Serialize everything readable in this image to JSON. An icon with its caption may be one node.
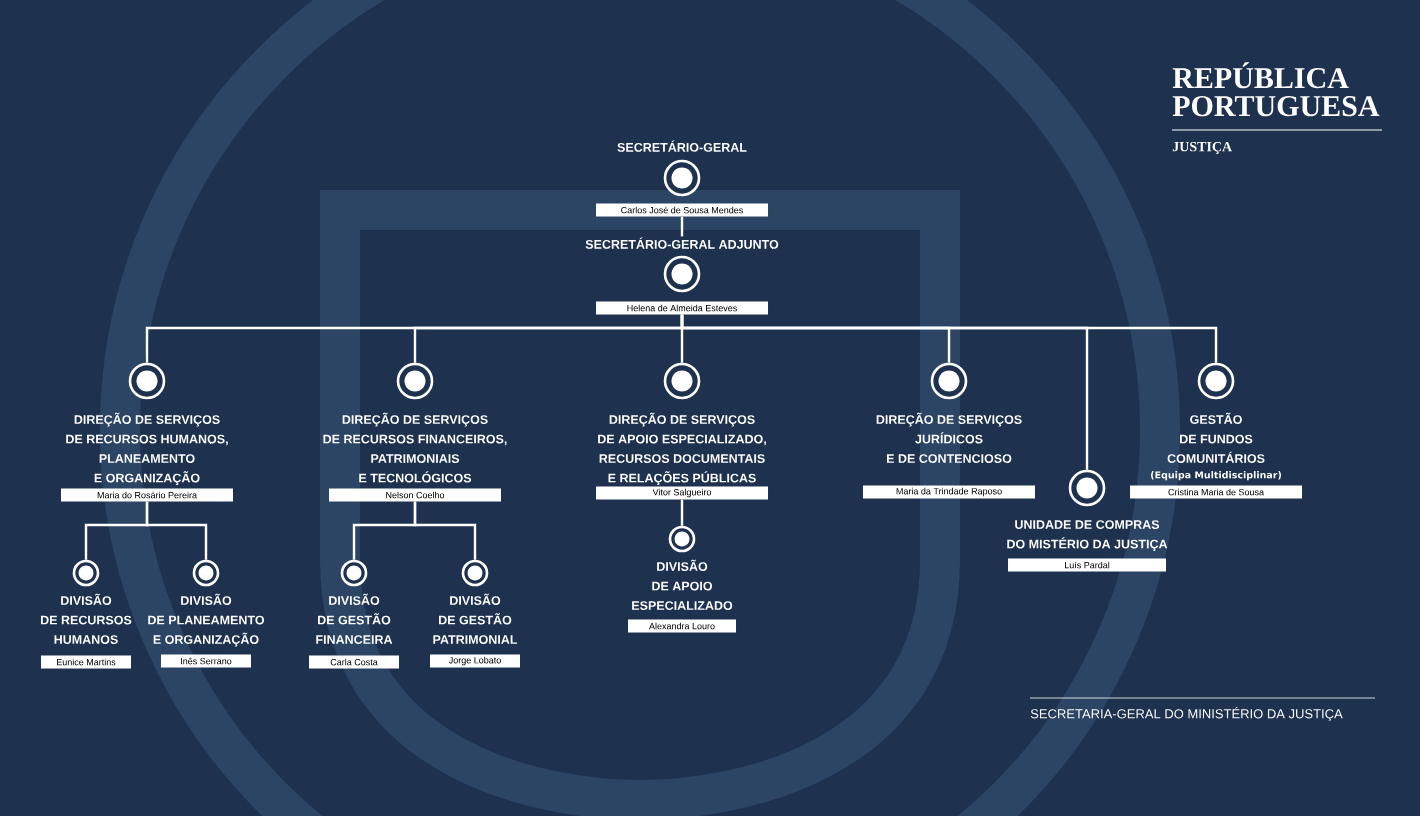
{
  "diagram": {
    "nodes": [
      {
        "text": [
          "SECRETÁRIO-GERAL",
          "Carlos José de Sousa Mendes"
        ]
      },
      {
        "text": [
          "SECRETÁRIO-GERAL ADJUNTO",
          "Helena de Almeida Esteves"
        ]
      },
      {
        "text": [
          "DIREÇÃO DE SERVIÇOS DE RECURSOS HUMANOS, PLANEAMENTO E ORGANIZAÇÃO",
          "Maria do Rosário Pereira"
        ]
      },
      {
        "text": [
          "DIREÇÃO DE SERVIÇOS DE RECURSOS FINANCEIROS, PATRIMONIAIS E TECNOLÓGICOS",
          "Nelson Coelho"
        ]
      },
      {
        "text": [
          "DIREÇÃO DE SERVIÇOS DE APOIO ESPECIALIZADO, RECURSOS DOCUMENTAIS E RELAÇÕES PÚBLICAS",
          "Vitor Salgueiro"
        ]
      },
      {
        "text": [
          "DIREÇÃO DE SERVIÇOS JURÍDICOS E DE CONTENCIOSO",
          "Maria da Trindade Raposo"
        ]
      },
      {
        "text": [
          "UNIDADE DE COMPRAS DO MISTÉRIO DA JUSTIÇA",
          "Luís Pardal"
        ]
      },
      {
        "text": [
          "GESTÃO DE FUNDOS COMUNITÁRIOS",
          "(Equipa Multidisciplinar)",
          "Cristina Maria de Sousa"
        ]
      },
      {
        "text": [
          "DIVISÃO DE RECURSOS HUMANOS",
          "Eunice Martins"
        ]
      },
      {
        "text": [
          "DIVISÃO DE PLANEAMENTO E ORGANIZAÇÃO",
          "Inês Serrano"
        ]
      },
      {
        "text": [
          "DIVISÃO DE GESTÃO FINANCEIRA",
          "Carla Costa"
        ]
      },
      {
        "text": [
          "DIVISÃO DE GESTÃO PATRIMONIAL",
          "Jorge Lobato"
        ]
      },
      {
        "text": [
          "DIVISÃO DE APOIO ESPECIALIZADO",
          "Alexandra Louro"
        ]
      }
    ],
    "edges": [
      {
        "from": 0,
        "to": 1,
        "arrow": "none"
      },
      {
        "from": 1,
        "to": 2,
        "arrow": "none"
      },
      {
        "from": 1,
        "to": 3,
        "arrow": "none"
      },
      {
        "from": 1,
        "to": 4,
        "arrow": "none"
      },
      {
        "from": 1,
        "to": 5,
        "arrow": "none"
      },
      {
        "from": 1,
        "to": 6,
        "arrow": "none"
      },
      {
        "from": 1,
        "to": 7,
        "arrow": "none"
      },
      {
        "from": 2,
        "to": 8,
        "arrow": "none"
      },
      {
        "from": 2,
        "to": 9,
        "arrow": "none"
      },
      {
        "from": 3,
        "to": 10,
        "arrow": "none"
      },
      {
        "from": 3,
        "to": 11,
        "arrow": "none"
      },
      {
        "from": 4,
        "to": 12,
        "arrow": "none"
      }
    ],
    "labels": [
      "REPÚBLICA PORTUGUESA",
      "JUSTIÇA",
      "SECRETARIA-GERAL DO MINISTÉRIO DA JUSTIÇA"
    ]
  }
}
